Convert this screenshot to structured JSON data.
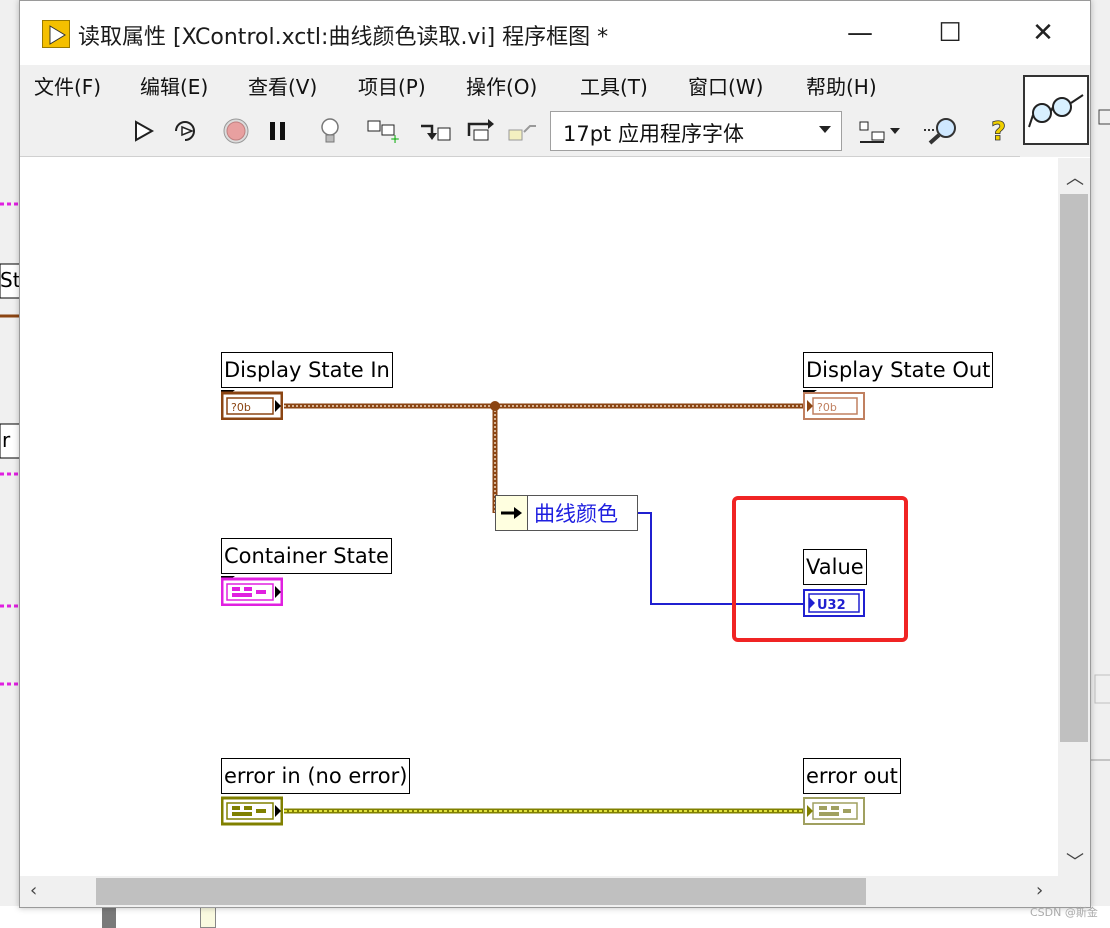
{
  "window": {
    "title": "读取属性 [XControl.xctl:曲线颜色读取.vi] 程序框图 *",
    "minimize": "—",
    "maximize": "☐",
    "close": "✕"
  },
  "menubar": {
    "items": [
      {
        "id": "file",
        "label": "文件(F)"
      },
      {
        "id": "edit",
        "label": "编辑(E)"
      },
      {
        "id": "view",
        "label": "查看(V)"
      },
      {
        "id": "project",
        "label": "项目(P)"
      },
      {
        "id": "operate",
        "label": "操作(O)"
      },
      {
        "id": "tools",
        "label": "工具(T)"
      },
      {
        "id": "window",
        "label": "窗口(W)"
      },
      {
        "id": "help",
        "label": "帮助(H)"
      }
    ]
  },
  "toolbar": {
    "font_select": "17pt 应用程序字体",
    "icons": [
      "run-arrow-icon",
      "run-continuous-icon",
      "abort-icon",
      "pause-icon",
      "highlight-execution-icon",
      "retain-wire-values-icon",
      "step-into-icon",
      "step-over-icon",
      "step-out-icon",
      "align-objects-icon",
      "search-icon",
      "context-help-icon"
    ]
  },
  "diagram": {
    "terminals": {
      "display_state_in": {
        "label": "Display State In",
        "code": "?0b"
      },
      "display_state_out": {
        "label": "Display State Out",
        "code": "?0b"
      },
      "container_state": {
        "label": "Container State"
      },
      "value": {
        "label": "Value",
        "type": "U32"
      },
      "error_in": {
        "label": "error in (no error)"
      },
      "error_out": {
        "label": "error out"
      }
    },
    "property_node": {
      "property": "曲线颜色"
    },
    "left_fragments": {
      "frag_a": "Sta",
      "frag_b": "r"
    }
  },
  "colors": {
    "display_state_wire": "#8b4513",
    "container_state": "#e020e0",
    "value_wire": "#2020d0",
    "error_wire": "#808000",
    "highlight": "#f02424"
  },
  "watermark": "CSDN @斯金"
}
